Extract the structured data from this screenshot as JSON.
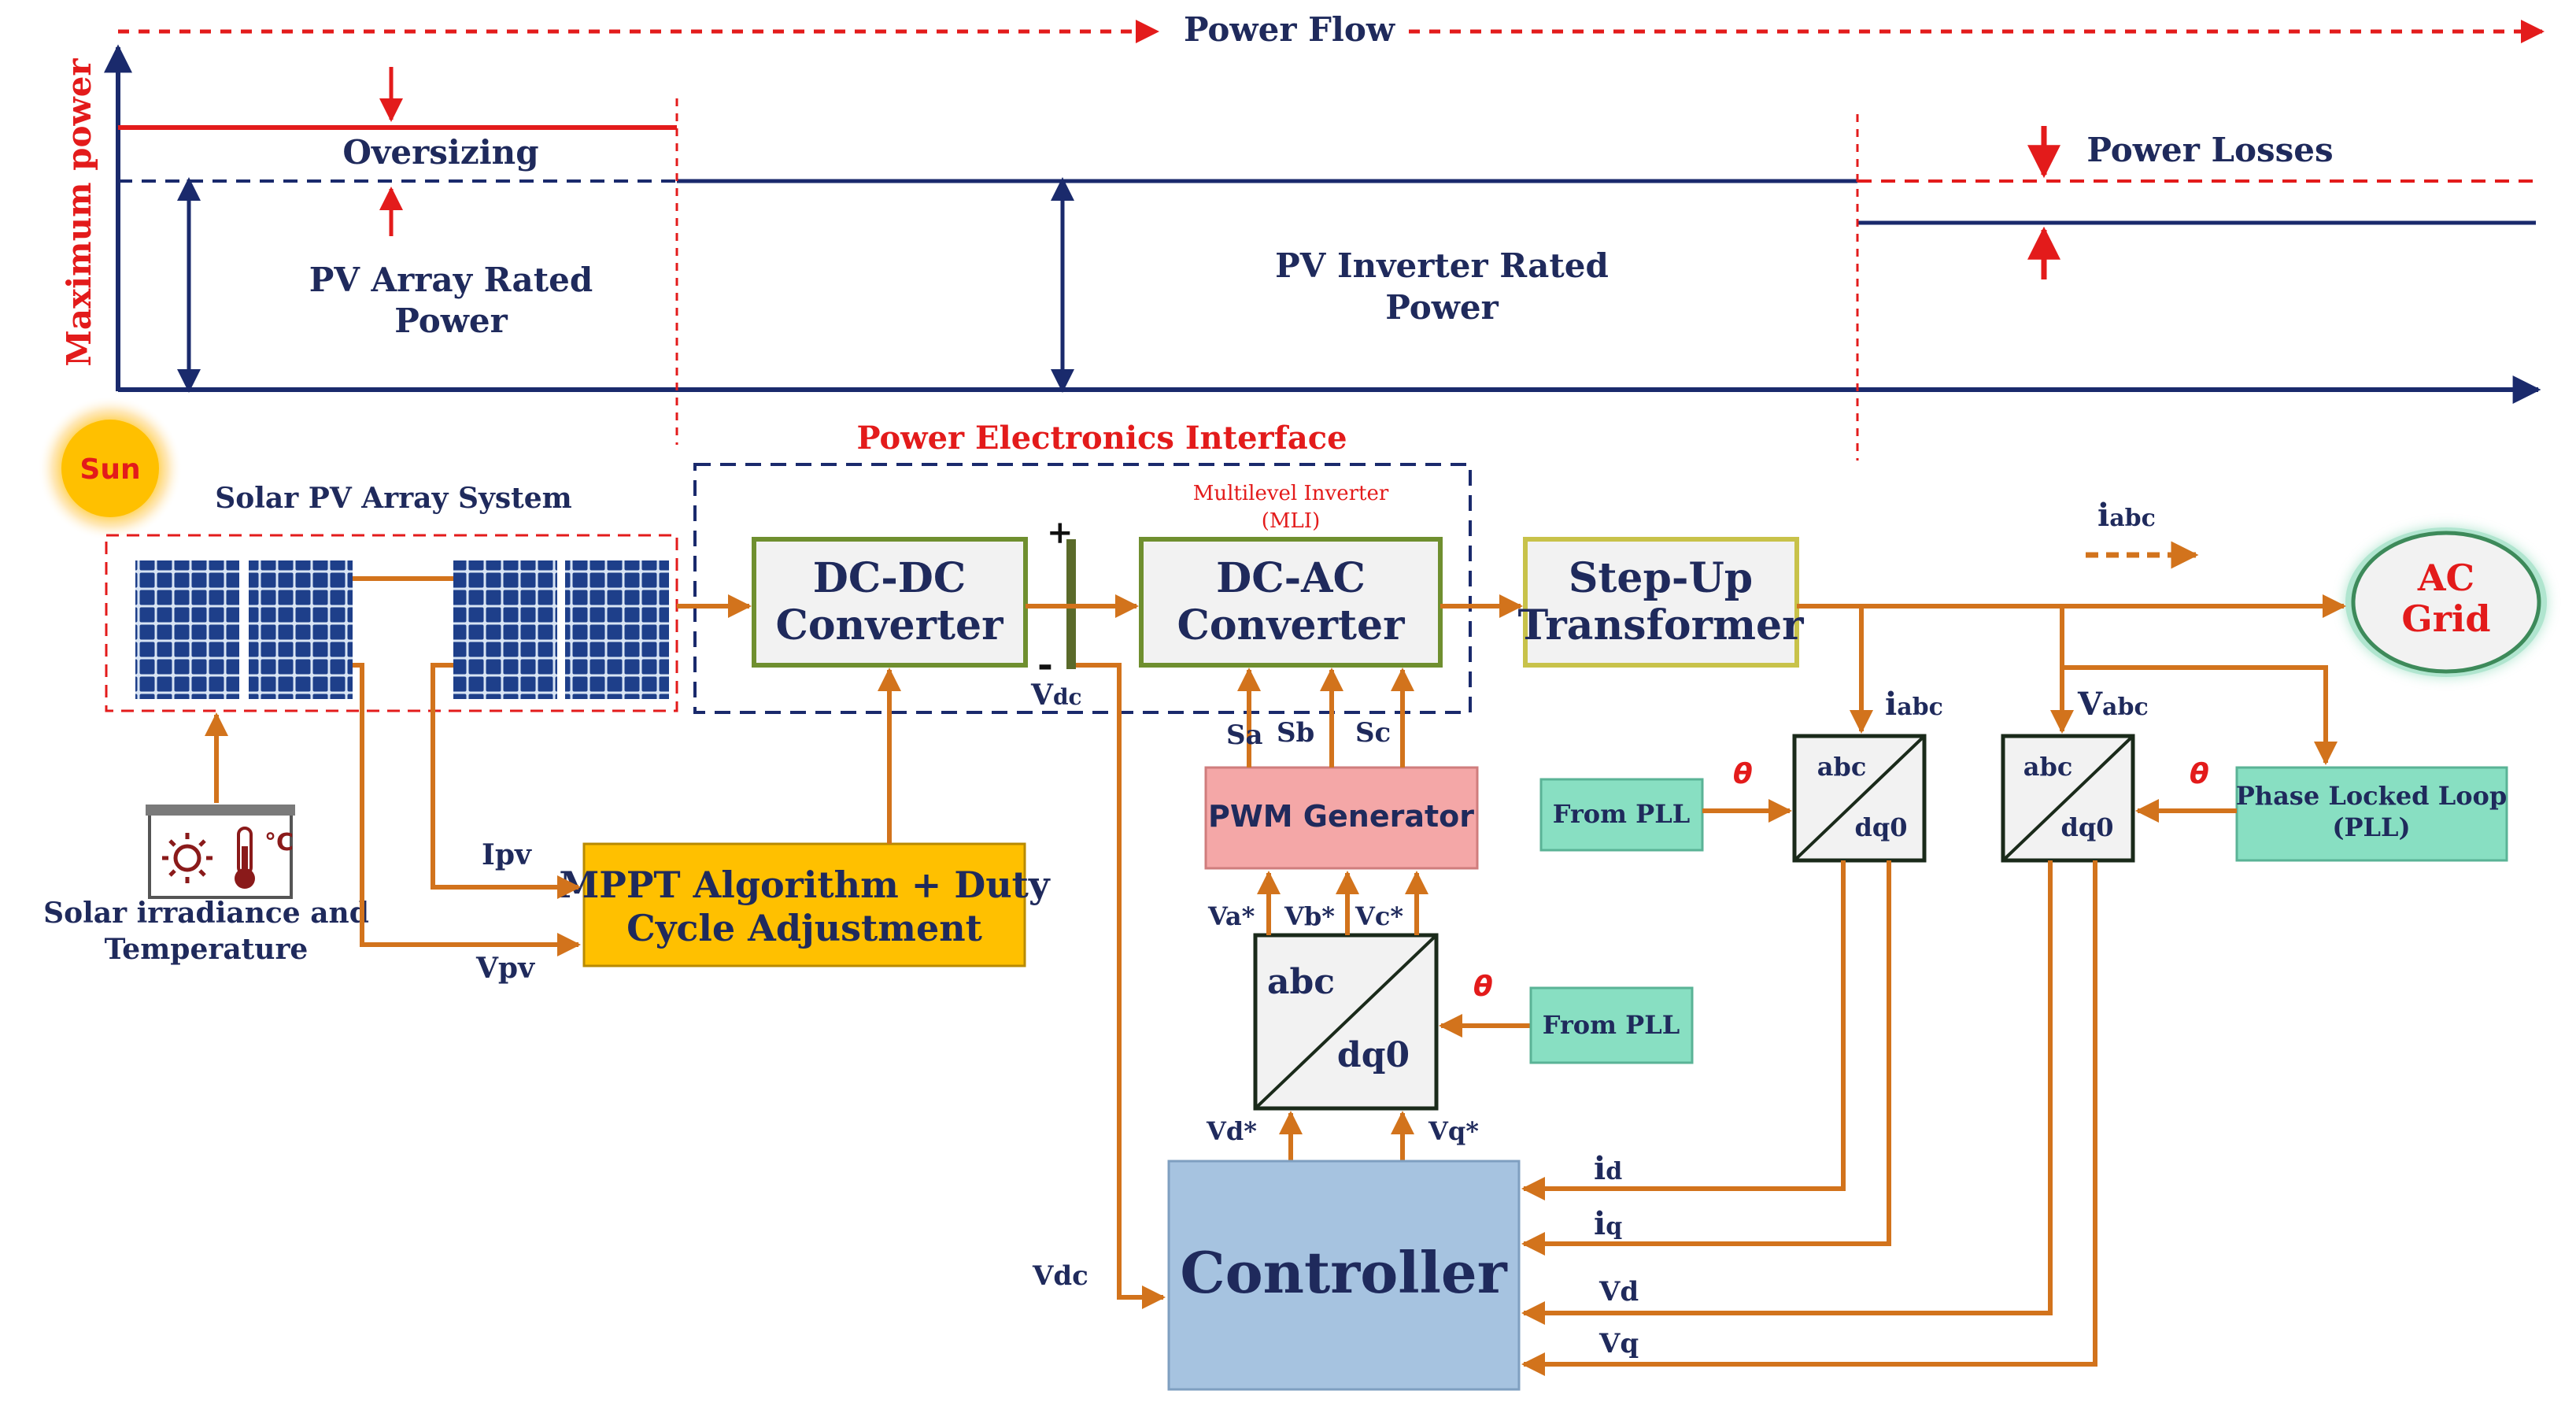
{
  "colors": {
    "navy": "#1a2a6c",
    "red": "#e31b1b",
    "orange": "#d2731c",
    "box_fill": "#f2f2f2",
    "box_border": "#6f8f2f",
    "mppt_fill": "#ffc000",
    "pwm_fill": "#f4a7a7",
    "pll_fill": "#88dfc2",
    "controller_fill": "#a6c3e0",
    "sun_fill": "#ffc000",
    "grid_border": "#6fd0a8"
  },
  "top_chart": {
    "flow_label": "Power Flow",
    "yaxis_label": "Maximum power",
    "oversizing_label": "Oversizing",
    "pv_array_rated_line1": "PV Array Rated",
    "pv_array_rated_line2": "Power",
    "pv_inverter_rated_line1": "PV Inverter Rated",
    "pv_inverter_rated_line2": "Power",
    "power_losses_label": "Power Losses"
  },
  "sun": {
    "label": "Sun"
  },
  "pv_system": {
    "title": "Solar PV Array System"
  },
  "irradiance": {
    "line1": "Solar irradiance and",
    "line2": "Temperature",
    "celsius_symbol": "°C",
    "icon": "sun-thermometer-icon"
  },
  "pei": {
    "title": "Power Electronics Interface"
  },
  "dcdc": {
    "line1": "DC-DC",
    "line2": "Converter"
  },
  "dcac": {
    "line1": "DC-AC",
    "line2": "Converter"
  },
  "mli": {
    "line1": "Multilevel Inverter",
    "line2": "(MLI)"
  },
  "transformer": {
    "line1": "Step-Up",
    "line2": "Transformer"
  },
  "grid": {
    "line1": "AC",
    "line2": "Grid"
  },
  "mppt": {
    "line1": "MPPT Algorithm + Duty",
    "line2": "Cycle Adjustment"
  },
  "pwm": {
    "label": "PWM Generator"
  },
  "pll": {
    "line1": "Phase Locked Loop",
    "line2": "(PLL)"
  },
  "from_pll": {
    "label": "From  PLL"
  },
  "controller": {
    "label": "Controller"
  },
  "transforms": {
    "abc": "abc",
    "dq0": "dq0"
  },
  "theta": "θ",
  "signals": {
    "ipv": "Ipv",
    "vpv": "Vpv",
    "plus": "+",
    "minus": "-",
    "vdc_main": "V",
    "vdc_sub": "dc",
    "sa": "Sa",
    "sb": "Sb",
    "sc": "Sc",
    "va": "Va*",
    "vb": "Vb*",
    "vc": "Vc*",
    "vd_ref": "Vd*",
    "vq_ref": "Vq*",
    "i_main": "i",
    "i_abc_sub": "abc",
    "v_main": "V",
    "v_abc_sub": "abc",
    "id_main": "i",
    "id_sub": "d",
    "iq_main": "i",
    "iq_sub": "q",
    "vd": "Vd",
    "vq": "Vq",
    "vdc_ctrl": "Vdc"
  }
}
